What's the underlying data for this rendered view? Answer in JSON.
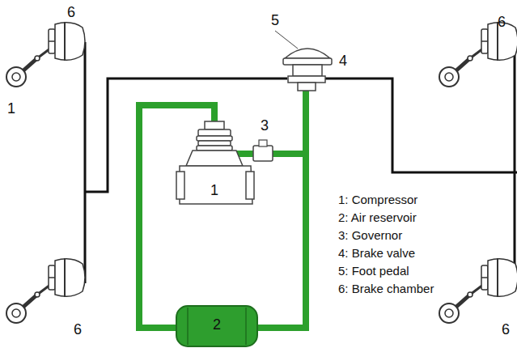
{
  "diagram": {
    "labels": [
      "6",
      "1",
      "5",
      "4",
      "6",
      "3",
      "1",
      "2",
      "6",
      "6",
      "1: Compressor",
      "2: Air reservoir",
      "3: Governor",
      "4: Brake valve",
      "5: Foot pedal",
      "6: Brake chamber"
    ]
  }
}
